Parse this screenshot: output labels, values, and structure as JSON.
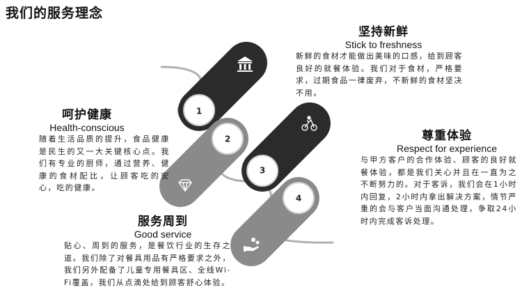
{
  "page": {
    "title": "我们的服务理念"
  },
  "sections": [
    {
      "number": "1",
      "title_zh": "坚持新鲜",
      "title_en": "Stick to freshness",
      "body": "新鲜的食材才能做出美味的口感，给到顾客良好的就餐体验。我们对于食材，严格要求，过期食品一律废弃，不新鲜的食材坚决不用。",
      "icon": "bank-icon",
      "pill_color": "#2b2b2b"
    },
    {
      "number": "2",
      "title_zh": "呵护健康",
      "title_en": "Health-conscious",
      "body": "随着生活品质的提升，食品健康是民生的又一大关键核心点。我们有专业的厨师，通过营养、健康的食材配比，让顾客吃的安心，吃的健康。",
      "icon": "diamond-icon",
      "pill_color": "#8a8a8a"
    },
    {
      "number": "3",
      "title_zh": "尊重体验",
      "title_en": "Respect for experience",
      "body": "与甲方客户的合作体验、顾客的良好就餐体验，都是我们关心并且在一直为之不断努力的。对于客诉，我们会在1小时内回复，2小时内拿出解决方案，情节严重的会与客户当面沟通处理，争取24小时内完成客诉处理。",
      "icon": "cycling-person-icon",
      "pill_color": "#2b2b2b"
    },
    {
      "number": "4",
      "title_zh": "服务周到",
      "title_en": "Good service",
      "body": "贴心、周到的服务，是餐饮行业的生存之道。我们除了对餐具用品有严格要求之外，我们另外配备了儿童专用餐具区、全线Wi-Fi覆盖，我们从点滴处给到顾客舒心体验。",
      "icon": "hand-coins-icon",
      "pill_color": "#8a8a8a"
    }
  ]
}
